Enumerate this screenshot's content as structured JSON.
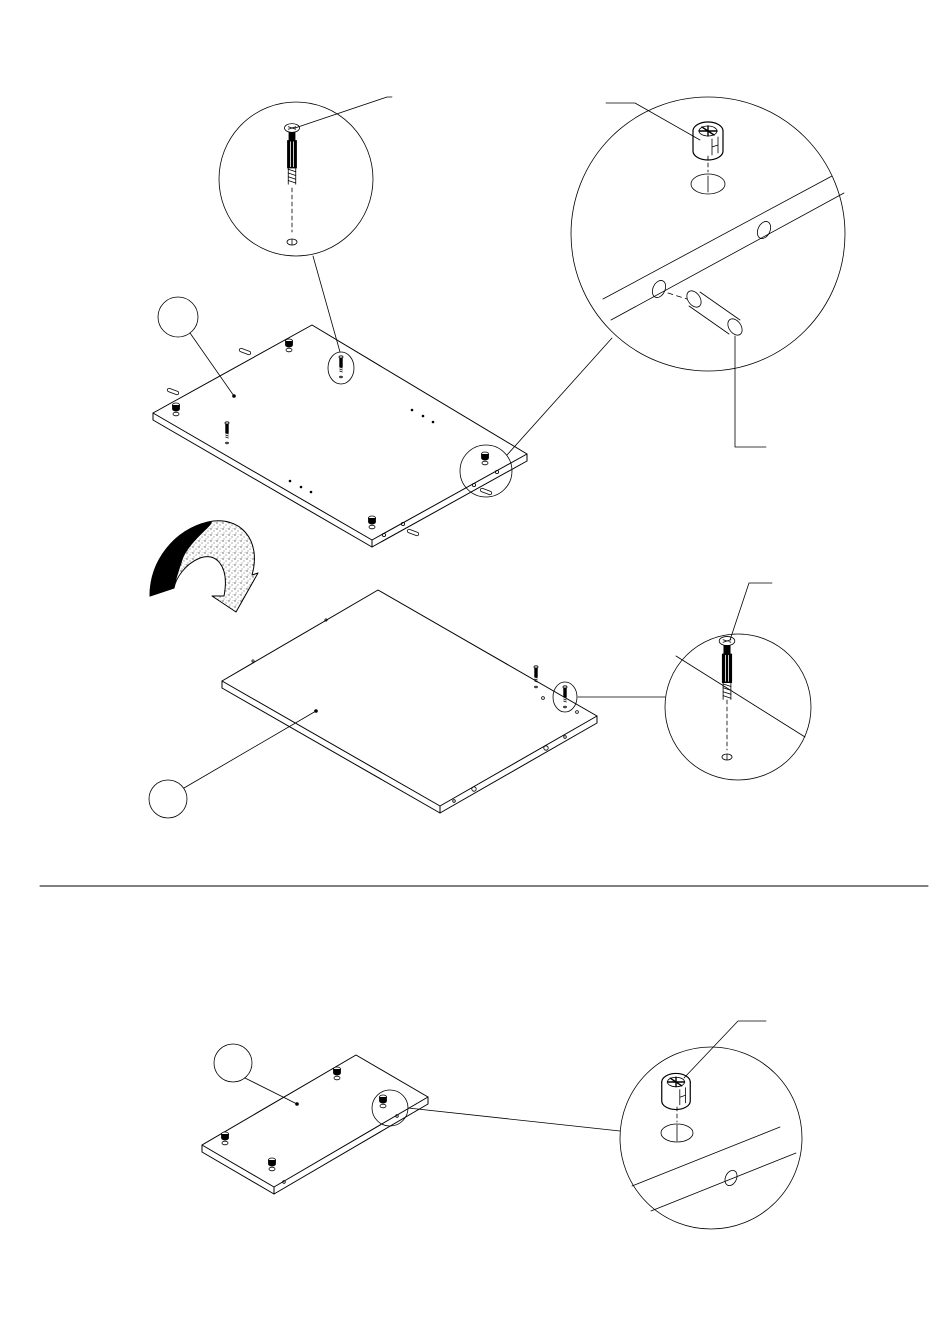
{
  "page": {
    "background": "#ffffff",
    "line_color": "#000000",
    "texture_fill": "#d9d9d9"
  },
  "steps": [
    {
      "panels": [
        "upper-panel",
        "lower-panel"
      ],
      "callouts": [
        "screw-detail",
        "cam-lock-and-dowel-detail",
        "screw-detail-flipped"
      ],
      "rotation_indicator": "flip-arrow"
    },
    {
      "panels": [
        "small-panel"
      ],
      "callouts": [
        "cam-lock-detail"
      ]
    }
  ],
  "part_labels": [
    "",
    "",
    ""
  ],
  "icons": [
    "flip-arrow-icon",
    "cam-screw-icon",
    "cam-lock-icon",
    "wooden-dowel-icon"
  ]
}
